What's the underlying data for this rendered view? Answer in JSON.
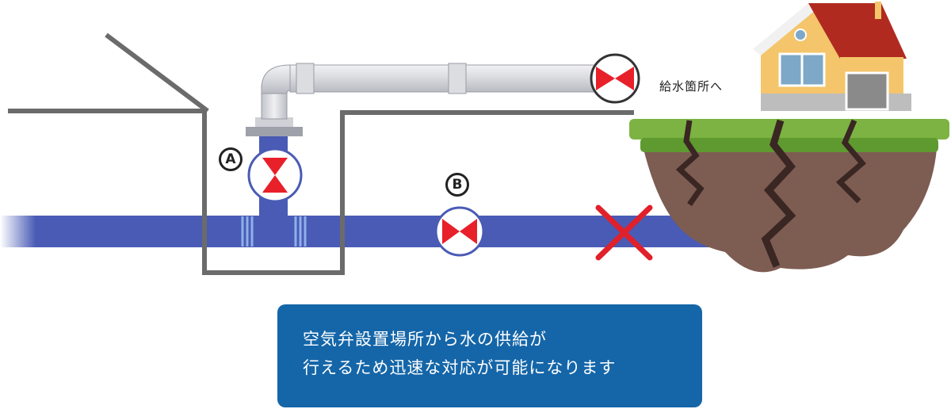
{
  "labels": {
    "destination": "給水箇所へ",
    "valve_a": "A",
    "valve_b": "B"
  },
  "info": {
    "line1": "空気弁設置場所から水の供給が",
    "line2": "行えるため迅速な対応が可能になります"
  },
  "colors": {
    "main_pipe": "#4a5bb5",
    "structure": "#6b6b6b",
    "valve_red": "#e8202a",
    "info_bg": "#1566a8",
    "grass": "#7cb342",
    "soil": "#7d5c52"
  },
  "icons": [
    "house-icon",
    "cracked-ground-icon",
    "broken-pipe-x-icon",
    "valve-icon"
  ]
}
